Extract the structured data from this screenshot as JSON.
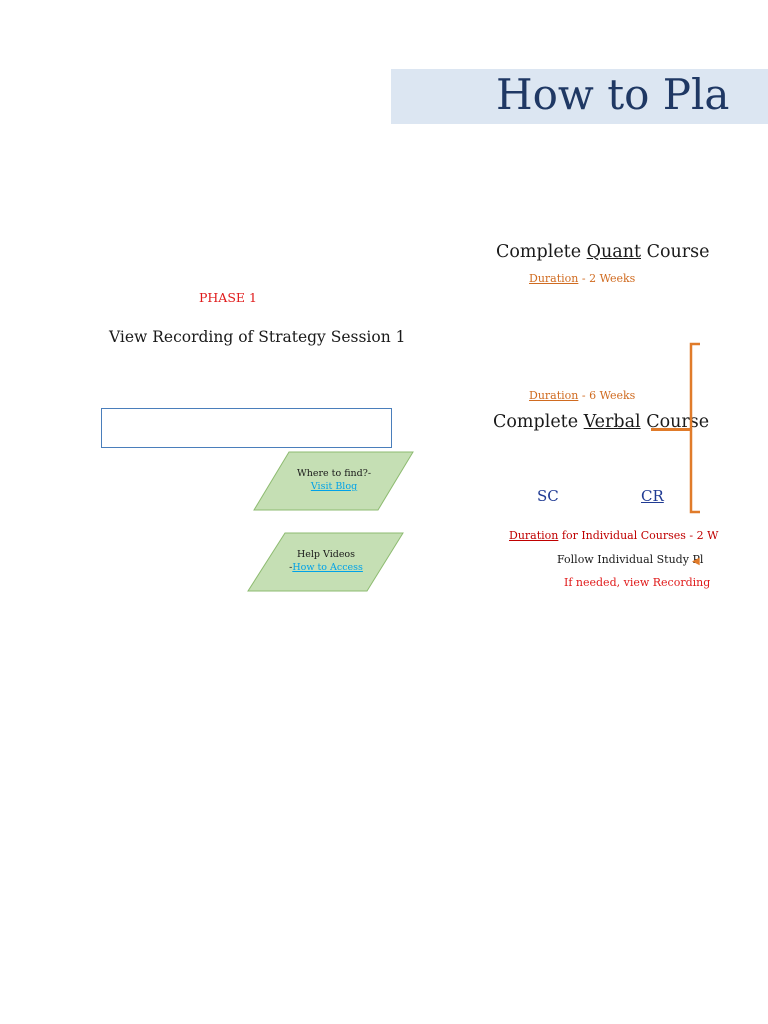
{
  "header": {
    "title": "How to Pla"
  },
  "phase": {
    "label": "PHASE 1"
  },
  "strategy": {
    "text": "View Recording of Strategy Session 1"
  },
  "find_box": {
    "line1": "Where to find?-",
    "link": "Visit Blog"
  },
  "help_box": {
    "line1": "Help Videos",
    "prefix": "-",
    "link": "How to Access"
  },
  "quant": {
    "prefix": "Complete ",
    "subject": "Quant",
    "suffix": " Course",
    "duration_label": "Duration",
    "duration_value": " - 2 Weeks"
  },
  "verbal": {
    "prefix": "Complete ",
    "subject": "Verbal",
    "suffix": " Course",
    "duration_label": "Duration",
    "duration_value": " - 6 Weeks"
  },
  "sub_courses": {
    "sc": "SC",
    "cr": "CR"
  },
  "individual": {
    "duration_label": "Duration",
    "duration_text": " for Individual Courses - 2 W",
    "study_plan": "Follow Individual Study Pl",
    "recording_note": "If needed, view Recording"
  },
  "colors": {
    "banner": "#dce6f2",
    "title": "#1f3864",
    "phase_red": "#e01a1a",
    "shape_fill": "#c5dfb4",
    "shape_border": "#8dbb70",
    "link": "#00a2e8",
    "bracket": "#e07b2a",
    "sub_course": "#1f3a93"
  }
}
